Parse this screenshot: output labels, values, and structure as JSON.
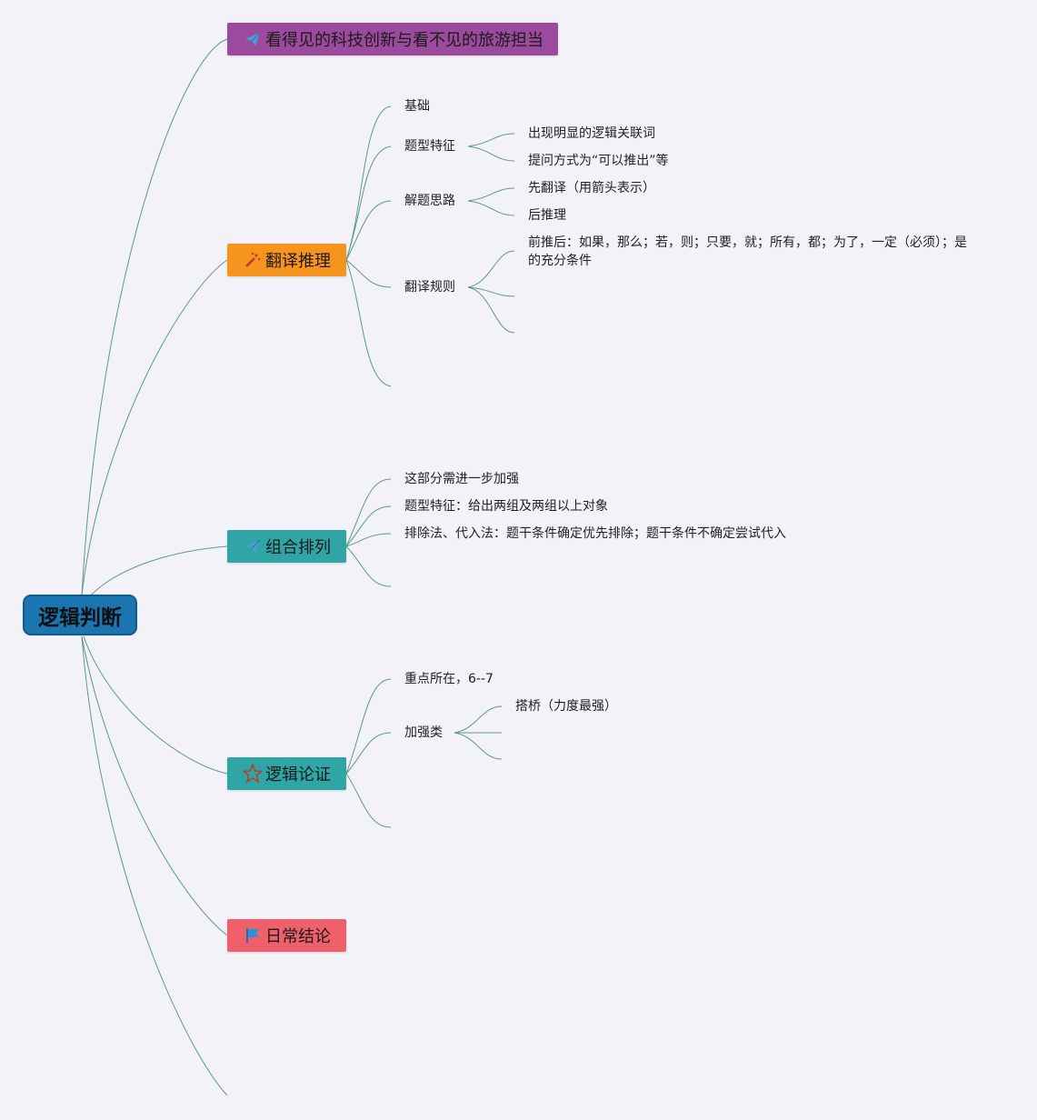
{
  "root": {
    "label": "逻辑判断",
    "color": "#1b75b1"
  },
  "branches": [
    {
      "label": "看得见的科技创新与看不见的旅游担当",
      "color": "#9c4a9e",
      "icon": "paper-plane-icon"
    },
    {
      "label": "翻译推理",
      "color": "#f7941d",
      "icon": "magic-wand-icon"
    },
    {
      "label": "组合排列",
      "color": "#2fa5a5",
      "icon": "paper-plane-icon"
    },
    {
      "label": "逻辑论证",
      "color": "#2fa5a5",
      "icon": "star-icon"
    },
    {
      "label": "日常结论",
      "color": "#f0606a",
      "icon": "flag-icon"
    }
  ],
  "translation": {
    "basics": "基础",
    "features": {
      "label": "题型特征",
      "items": [
        "出现明显的逻辑关联词",
        "提问方式为“可以推出”等"
      ]
    },
    "approach": {
      "label": "解题思路",
      "items": [
        "先翻译（用箭头表示）",
        "后推理"
      ]
    },
    "rules": {
      "label": "翻译规则",
      "items": [
        "前推后：如果，那么；若，则；只要，就；所有，都；为了，一定（必须）；是的充分条件"
      ]
    }
  },
  "combination": {
    "items": [
      "这部分需进一步加强",
      "题型特征：给出两组及两组以上对象",
      "排除法、代入法：题干条件确定优先排除；题干条件不确定尝试代入"
    ]
  },
  "argument": {
    "focus": "重点所在，6--7",
    "strengthen": {
      "label": "加强类",
      "items": [
        "搭桥（力度最强）"
      ]
    }
  },
  "colors": {
    "line": "#5a9a8c"
  }
}
